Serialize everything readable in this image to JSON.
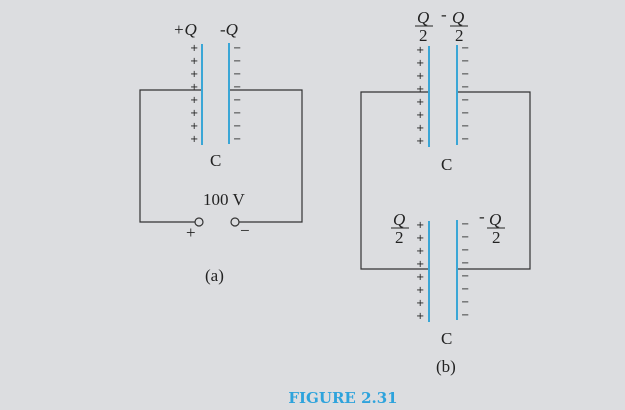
{
  "colors": {
    "background": "#dcdde0",
    "plate": "#3aa6d6",
    "wire": "#333333",
    "caption": "#2ea3dc"
  },
  "panel_a": {
    "plus_q": "+Q",
    "minus_q": "-Q",
    "capacitor_label": "C",
    "voltage_label": "100 V",
    "terminal_plus": "+",
    "terminal_minus": "−",
    "label": "(a)"
  },
  "panel_b": {
    "top_left_num": "Q",
    "top_left_den": "2",
    "top_right_sign": "-",
    "top_right_num": "Q",
    "top_right_den": "2",
    "top_capacitor_label": "C",
    "bottom_left_num": "Q",
    "bottom_left_den": "2",
    "bottom_right_sign": "-",
    "bottom_right_num": "Q",
    "bottom_right_den": "2",
    "bottom_capacitor_label": "C",
    "label": "(b)"
  },
  "charge_signs": {
    "positive": "+",
    "negative": "−",
    "count_per_plate": 8
  },
  "caption": "FIGURE 2.31"
}
